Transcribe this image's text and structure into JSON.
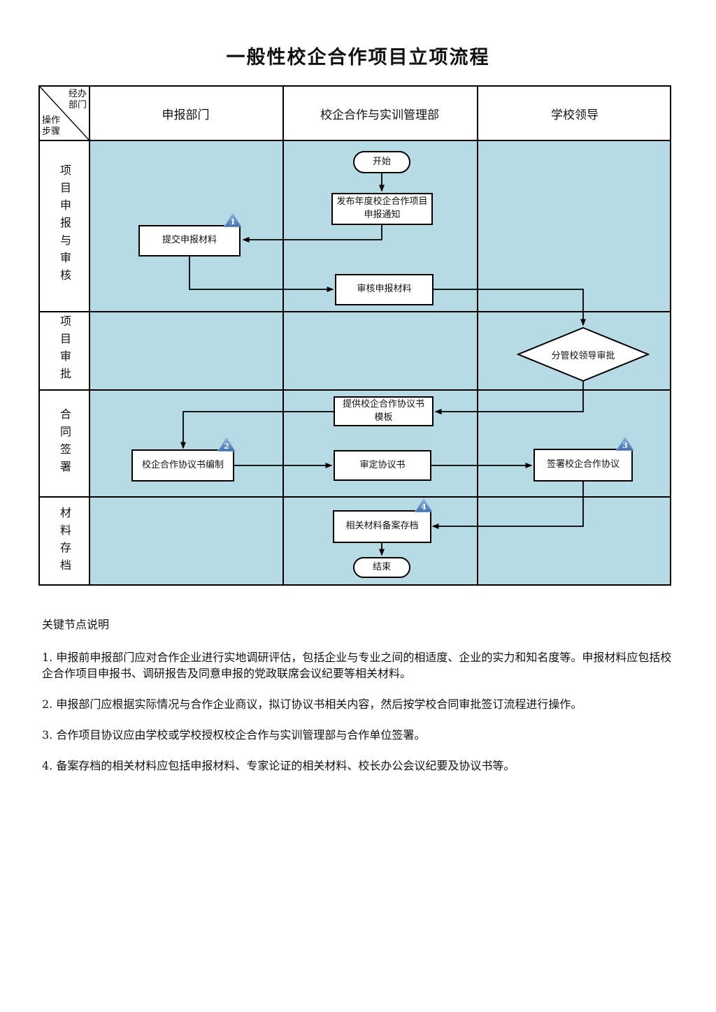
{
  "title": "一般性校企合作项目立项流程",
  "matrix": {
    "corner_top": "经办\n部门",
    "corner_bottom": "操作\n步骤",
    "columns": [
      "申报部门",
      "校企合作与实训管理部",
      "学校领导"
    ],
    "rows": [
      "项目申报与审核",
      "项目审批",
      "合同签署",
      "材料存档"
    ]
  },
  "nodes": {
    "start": {
      "label": "开始"
    },
    "publish": {
      "label": "发布年度校企合作项目\n申报通知"
    },
    "submit": {
      "label": "提交申报材料",
      "badge": "1"
    },
    "review": {
      "label": "审核申报材料"
    },
    "approve": {
      "label": "分管校领导审批"
    },
    "template": {
      "label": "提供校企合作协议书\n模板"
    },
    "draft": {
      "label": "校企合作协议书编制",
      "badge": "2"
    },
    "finalize": {
      "label": "审定协议书"
    },
    "sign": {
      "label": "签署校企合作协议",
      "badge": "3"
    },
    "archive": {
      "label": "相关材料备案存档",
      "badge": "4"
    },
    "end": {
      "label": "结束"
    }
  },
  "notes": {
    "heading": "关键节点说明",
    "items": [
      "1. 申报前申报部门应对合作企业进行实地调研评估，包括企业与专业之间的相适度、企业的实力和知名度等。申报材料应包括校企合作项目申报书、调研报告及同意申报的党政联席会议纪要等相关材料。",
      "2. 申报部门应根据实际情况与合作企业商议，拟订协议书相关内容，然后按学校合同审批签订流程进行操作。",
      "3. 合作项目协议应由学校或学校授权校企合作与实训管理部与合作单位签署。",
      "4. 备案存档的相关材料应包括申报材料、专家论证的相关材料、校长办公会议纪要及协议书等。"
    ]
  },
  "colors": {
    "lane_fill": "#b7dbe5",
    "badge_fill": "#4d82bb",
    "node_border": "#000000"
  }
}
